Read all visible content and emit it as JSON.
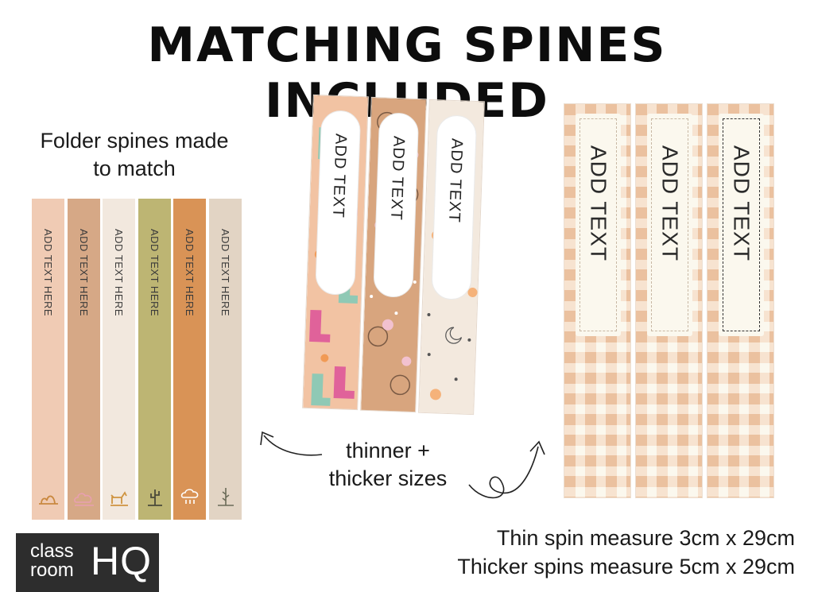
{
  "title": "MATCHING SPINES INCLUDED",
  "captions": {
    "folder": [
      "Folder spines made",
      "to match"
    ],
    "sizes": [
      "thinner +",
      "thicker sizes"
    ]
  },
  "measurements": {
    "thin": "Thin spin measure 3cm x 29cm",
    "thick": "Thicker spins measure 5cm x 29cm"
  },
  "folder_spines": [
    {
      "label": "ADD TEXT HERE",
      "color": "#f0cbb4",
      "icon": "desert-rock-icon",
      "icon_color": "#c9883f"
    },
    {
      "label": "ADD TEXT HERE",
      "color": "#d6a886",
      "icon": "cloud-icon",
      "icon_color": "#e89fb0"
    },
    {
      "label": "ADD TEXT HERE",
      "color": "#f2e8de",
      "icon": "dog-icon",
      "icon_color": "#cf9440"
    },
    {
      "label": "ADD TEXT HERE",
      "color": "#bdb573",
      "icon": "cactus-icon",
      "icon_color": "#4a4a3a"
    },
    {
      "label": "ADD TEXT HERE",
      "color": "#d99356",
      "icon": "rain-cloud-icon",
      "icon_color": "#ffffff"
    },
    {
      "label": "ADD TEXT HERE",
      "color": "#e2d4c4",
      "icon": "plant-icon",
      "icon_color": "#6b6b58"
    }
  ],
  "pattern_spines": [
    {
      "label": "ADD TEXT",
      "pattern": "cowboy-boots"
    },
    {
      "label": "ADD TEXT",
      "pattern": "compass-flowers"
    },
    {
      "label": "ADD TEXT",
      "pattern": "moon-stars"
    }
  ],
  "gingham_spines": [
    {
      "label": "ADD TEXT"
    },
    {
      "label": "ADD TEXT"
    },
    {
      "label": "ADD TEXT"
    }
  ],
  "logo": {
    "line1": "class",
    "line2": "room",
    "mark": "HQ"
  },
  "colors": {
    "gingham_light": "#f5dcc5",
    "gingham_mid": "#e8b995",
    "gingham_bg": "#fbf8ee"
  }
}
